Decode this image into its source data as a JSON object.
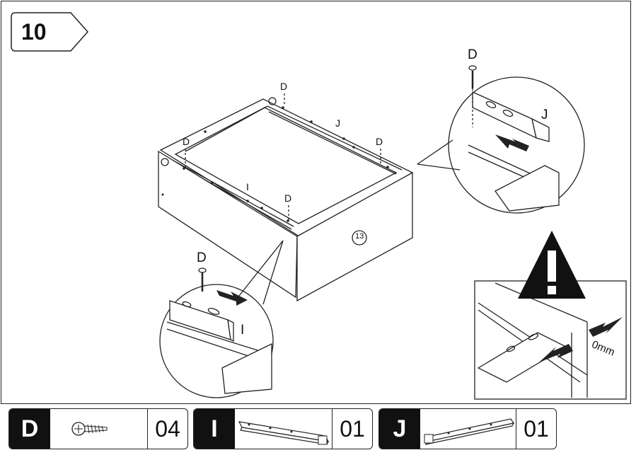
{
  "step": {
    "number": "10"
  },
  "labels": {
    "screw_top": "D",
    "rail_top": "J",
    "screw_top_right": "D",
    "screw_top_left": "D",
    "rail_front": "I",
    "screw_front": "D",
    "part_number": "13",
    "detail_right_screw": "D",
    "detail_right_rail": "J",
    "detail_left_screw": "D",
    "detail_left_rail": "I",
    "gap": "0mm"
  },
  "warning_icon": "warning-triangle-icon",
  "parts": [
    {
      "letter": "D",
      "qty": "04",
      "icon": "screw-icon"
    },
    {
      "letter": "I",
      "qty": "01",
      "icon": "drawer-rail-icon"
    },
    {
      "letter": "J",
      "qty": "01",
      "icon": "drawer-rail-icon"
    }
  ]
}
